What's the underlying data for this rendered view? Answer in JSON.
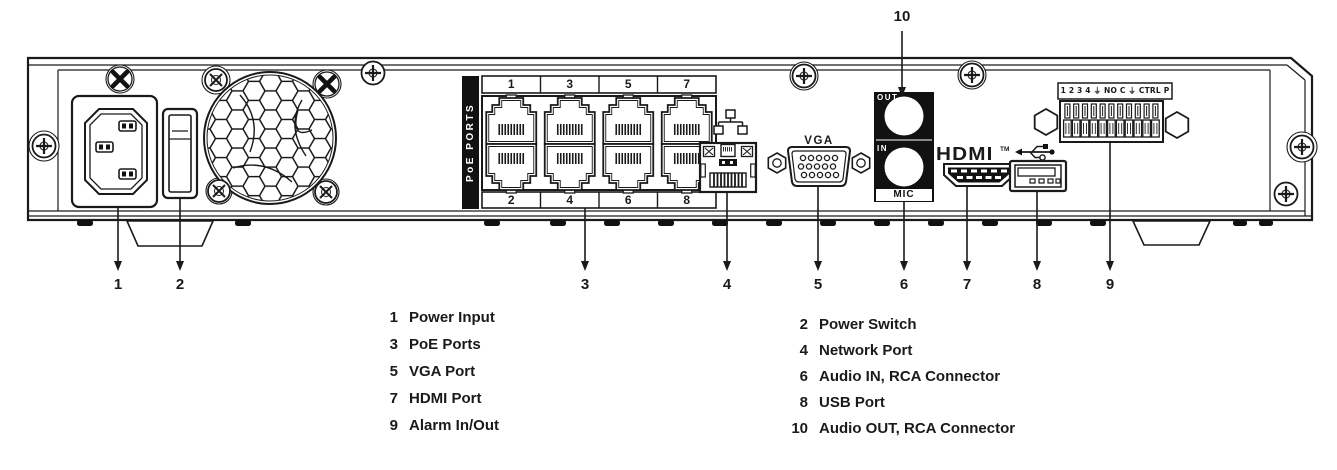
{
  "panel": {
    "poe": {
      "label": "PoE PORTS",
      "top_numbers": [
        "1",
        "3",
        "5",
        "7"
      ],
      "bottom_numbers": [
        "2",
        "4",
        "6",
        "8"
      ]
    },
    "vga_label": "VGA",
    "audio": {
      "out": "OUT",
      "in": "IN",
      "mic": "MIC"
    },
    "hdmi": {
      "logo": "HDMI",
      "tm": "TM"
    },
    "alarm_strip": "1 2 3 4 ⏚ NO C ⏚ CTRL P",
    "icons": {
      "network": "ethernet-network-icon",
      "usb": "usb-icon"
    }
  },
  "callouts": [
    "1",
    "2",
    "3",
    "4",
    "5",
    "6",
    "7",
    "8",
    "9",
    "10"
  ],
  "legend": {
    "left": [
      {
        "num": "1",
        "label": "Power Input"
      },
      {
        "num": "3",
        "label": "PoE Ports"
      },
      {
        "num": "5",
        "label": "VGA Port"
      },
      {
        "num": "7",
        "label": "HDMI Port"
      },
      {
        "num": "9",
        "label": "Alarm In/Out"
      }
    ],
    "right": [
      {
        "num": "2",
        "label": "Power Switch"
      },
      {
        "num": "4",
        "label": "Network Port"
      },
      {
        "num": "6",
        "label": "Audio IN, RCA Connector"
      },
      {
        "num": "8",
        "label": "USB Port"
      },
      {
        "num": "10",
        "label": "Audio OUT, RCA Connector"
      }
    ]
  },
  "colors": {
    "line": "#1a1a1a",
    "fill_black": "#111111",
    "background": "#ffffff"
  }
}
